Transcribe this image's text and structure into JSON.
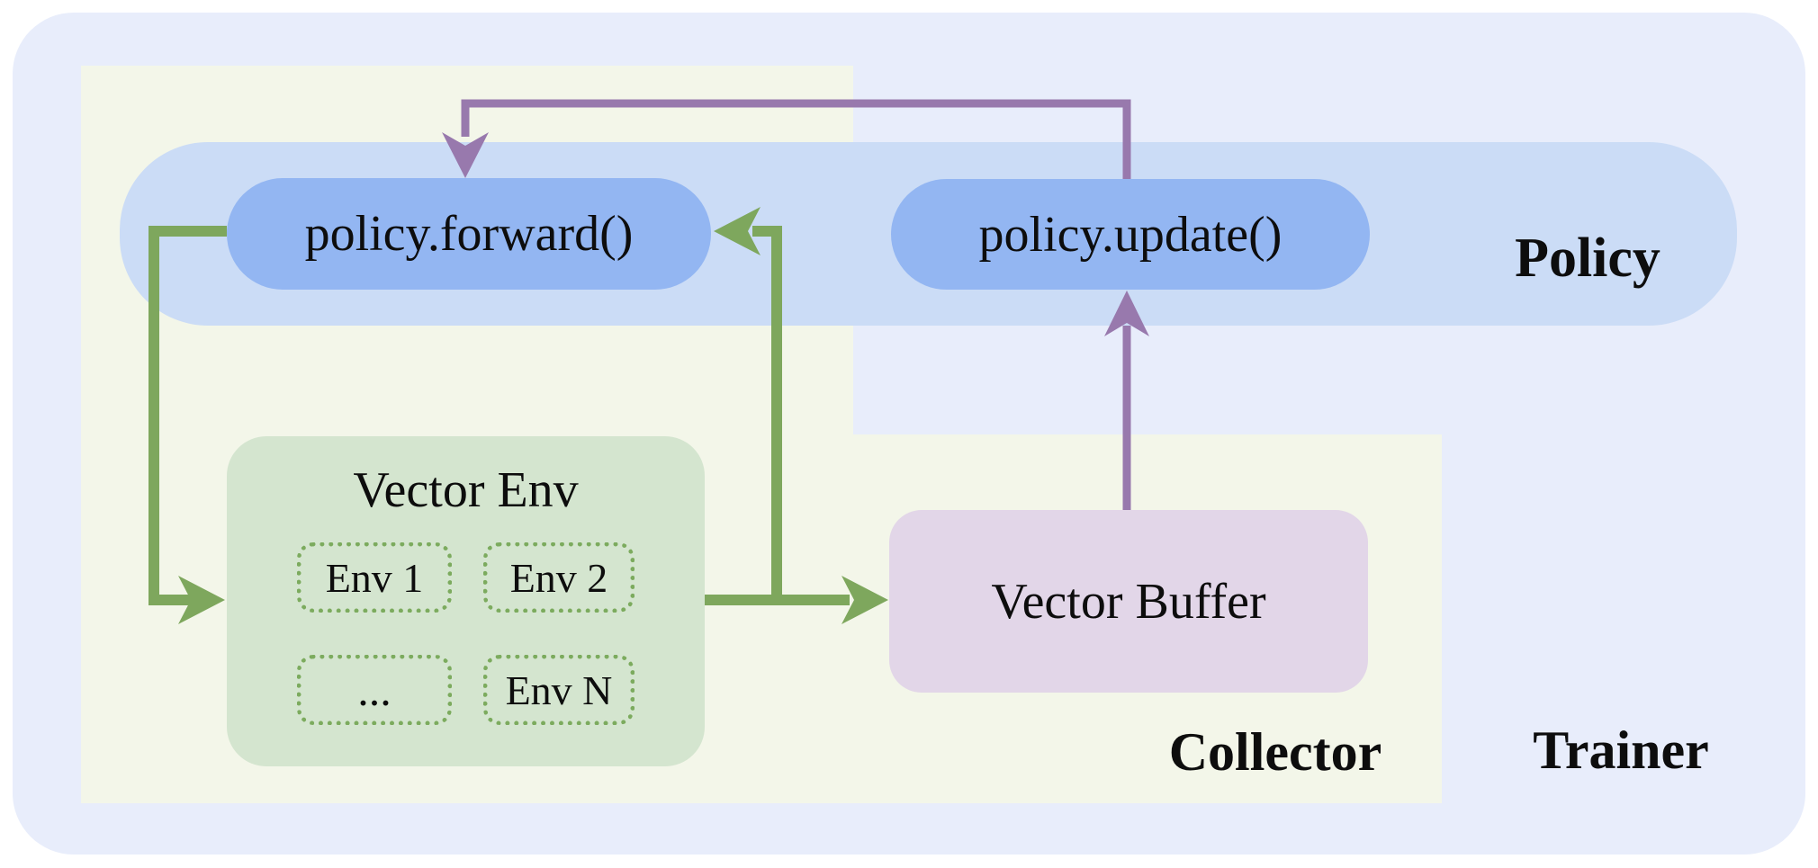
{
  "colors": {
    "page_bg": "#ffffff",
    "trainer_bg": "#e8edfb",
    "collector_bg": "#f3f6e9",
    "policy_band_bg": "#cbdcf6",
    "pill_bg": "#93b6f2",
    "env_box_bg": "#d4e5cf",
    "env_dashed_border": "#7cab5e",
    "buffer_bg": "#e2d6e8",
    "green_arrow": "#7ea75d",
    "purple_arrow": "#9879ad",
    "text": "#0d0d0d"
  },
  "policy": {
    "section_label": "Policy",
    "forward_label": "policy.forward()",
    "update_label": "policy.update()"
  },
  "collector": {
    "section_label": "Collector"
  },
  "trainer": {
    "section_label": "Trainer"
  },
  "vector_env": {
    "title": "Vector Env",
    "envs": [
      {
        "label": "Env 1"
      },
      {
        "label": "Env 2"
      },
      {
        "label": "..."
      },
      {
        "label": "Env N"
      }
    ]
  },
  "vector_buffer": {
    "label": "Vector Buffer"
  },
  "arrows": [
    {
      "name": "policy-forward-to-vector-env",
      "color": "green"
    },
    {
      "name": "vector-env-to-vector-buffer",
      "color": "green"
    },
    {
      "name": "vector-env-to-policy-forward",
      "color": "green"
    },
    {
      "name": "vector-buffer-to-policy-update",
      "color": "purple"
    },
    {
      "name": "policy-update-to-policy-forward",
      "color": "purple"
    }
  ]
}
